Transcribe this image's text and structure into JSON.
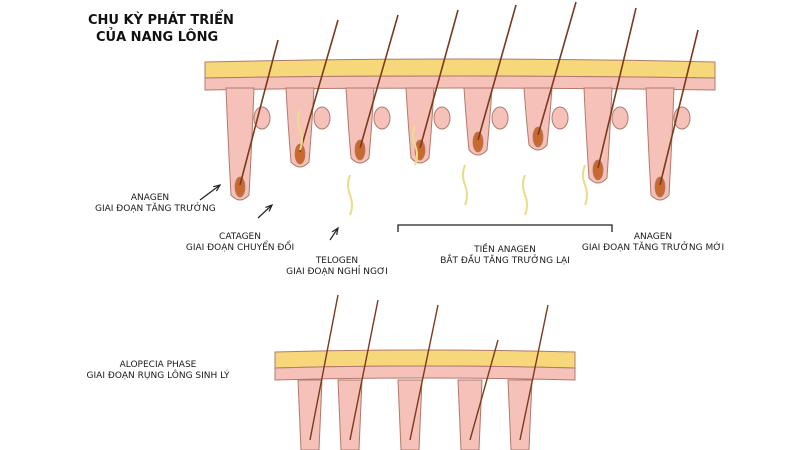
{
  "title": {
    "line1": "CHU KỲ PHÁT TRIỂN",
    "line2": "CỦA NANG LÔNG"
  },
  "stages": [
    {
      "name": "ANAGEN",
      "desc": "GIAI ĐOẠN TĂNG TRƯỞNG"
    },
    {
      "name": "CATAGEN",
      "desc": "GIAI ĐOẠN CHUYỂN ĐỔI"
    },
    {
      "name": "TELOGEN",
      "desc": "GIAI ĐOẠN NGHỈ NGƠI"
    },
    {
      "name": "TIỀN ANAGEN",
      "desc": "BẮT ĐẦU TĂNG TRƯỞNG LẠI"
    },
    {
      "name": "ANAGEN",
      "desc": "GIAI ĐOẠN TĂNG TRƯỞNG MỚI"
    }
  ],
  "alopecia": {
    "name": "ALOPECIA PHASE",
    "desc": "GIAI ĐOẠN RỤNG LÔNG SINH LÝ"
  },
  "colors": {
    "epidermis_yellow": "#f6d77a",
    "skin_pink": "#f5c1b8",
    "outline": "#b07a6e",
    "hair_dark": "#7a3b1d",
    "hair_light": "#e8de8a",
    "bulb": "#c86a2e"
  }
}
